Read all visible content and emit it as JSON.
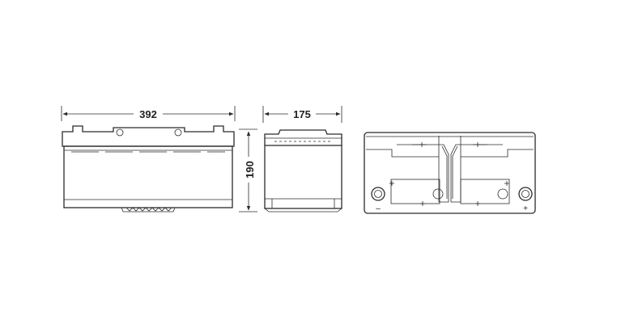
{
  "dimensions": {
    "length": "392",
    "width": "175",
    "height": "190"
  },
  "terminals": {
    "negative": "–",
    "positive": "+"
  },
  "colors": {
    "stroke": "#2b2b2b",
    "background": "#ffffff"
  }
}
